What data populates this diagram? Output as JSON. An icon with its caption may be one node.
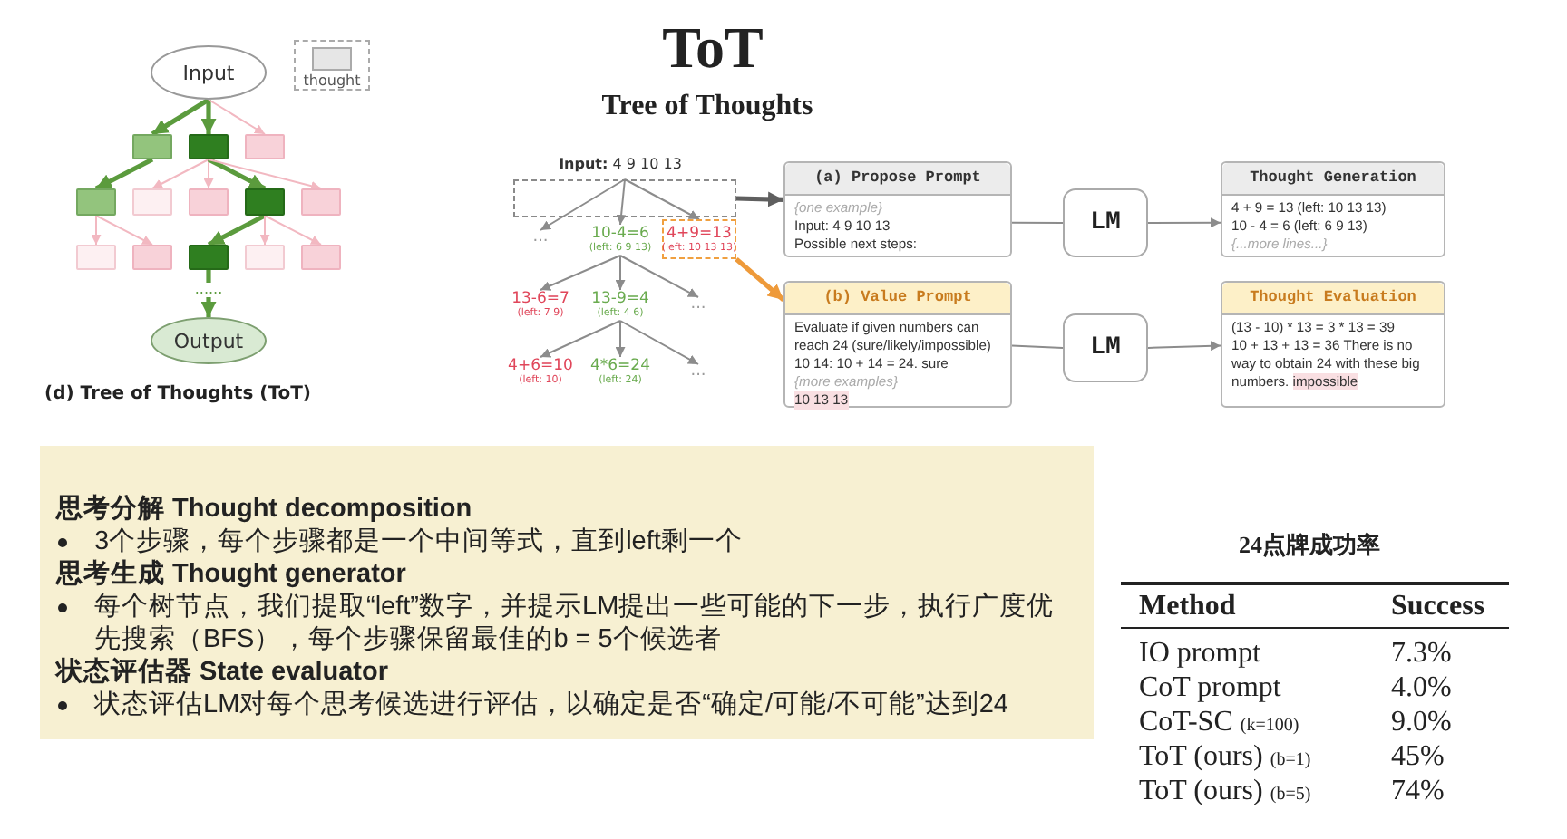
{
  "diagram": {
    "title": "ToT",
    "nodes": [
      {
        "text": [
          "Input"
        ]
      },
      {
        "text": [],
        "shape": "box"
      },
      {
        "text": [],
        "shape": "box"
      },
      {
        "text": [],
        "shape": "box"
      },
      {
        "text": [],
        "shape": "box"
      },
      {
        "text": [],
        "shape": "box"
      },
      {
        "text": [],
        "shape": "box"
      },
      {
        "text": [],
        "shape": "box"
      },
      {
        "text": [],
        "shape": "box"
      },
      {
        "text": [],
        "shape": "box"
      },
      {
        "text": [],
        "shape": "box"
      },
      {
        "text": [],
        "shape": "box"
      },
      {
        "text": [],
        "shape": "box"
      },
      {
        "text": [],
        "shape": "box"
      },
      {
        "text": [
          "Output"
        ]
      },
      {
        "text": [
          "**Input:** 4 9 10 13"
        ]
      },
      {
        "text": [
          "..."
        ]
      },
      {
        "text": [
          "10-4=6",
          "(left: 6 9 13)"
        ]
      },
      {
        "text": [
          "4+9=13",
          "(left: 10 13 13)"
        ]
      },
      {
        "text": [
          "13-6=7",
          "(left: 7 9)"
        ]
      },
      {
        "text": [
          "13-9=4",
          "(left: 4 6)"
        ]
      },
      {
        "text": [
          "..."
        ]
      },
      {
        "text": [
          "4+6=10",
          "(left: 10)"
        ]
      },
      {
        "text": [
          "4*6=24",
          "(left: 24)"
        ]
      },
      {
        "text": [
          "..."
        ]
      },
      {
        "text": [
          "(a) Propose Prompt",
          "{one example}",
          "Input: 4 9 10 13",
          "Possible next steps:"
        ]
      },
      {
        "text": [
          "LM"
        ]
      },
      {
        "text": [
          "Thought Generation",
          "4 + 9 = 13 (left: 10 13 13)",
          "10 - 4 = 6 (left: 6 9 13)",
          "{...more lines...}"
        ]
      },
      {
        "text": [
          "(b) Value Prompt",
          "Evaluate if given numbers can reach 24 (sure/likely/impossible)",
          "10 14: 10 + 14 = 24. sure",
          "{more examples}",
          "10 13 13"
        ]
      },
      {
        "text": [
          "LM"
        ]
      },
      {
        "text": [
          "Thought Evaluation",
          "(13 - 10) * 13 = 3 * 13 = 39",
          "10 + 13 + 13 = 36 There is no way to obtain 24 with these big numbers. impossible"
        ]
      },
      {
        "text": [
          "思考分解 Thought decomposition",
          "3个步骤，每个步骤都是一个中间等式，直到left剩一个",
          "思考生成 Thought generator",
          "每个树节点，我们提取“left”数字，并提示LM提出一些可能的下一步，执行广度优先搜索（BFS），每个步骤保留最佳的b = 5个候选者",
          "状态评估器 State evaluator",
          "状态评估LM对每个思考候选进行评估，以确定是否“确定/可能/不可能”达到24"
        ]
      }
    ],
    "edges": [
      {
        "from": 0,
        "to": 1,
        "arrow": "to",
        "style": "thick",
        "color": "#5b9b3d"
      },
      {
        "from": 0,
        "to": 2,
        "arrow": "to",
        "style": "thick",
        "color": "#5b9b3d"
      },
      {
        "from": 0,
        "to": 3,
        "arrow": "to",
        "color": "#f2b8c1"
      },
      {
        "from": 1,
        "to": 4,
        "arrow": "to",
        "style": "thick",
        "color": "#5b9b3d"
      },
      {
        "from": 2,
        "to": 5,
        "arrow": "to",
        "color": "#f2b8c1"
      },
      {
        "from": 2,
        "to": 6,
        "arrow": "to",
        "color": "#f2b8c1"
      },
      {
        "from": 2,
        "to": 7,
        "arrow": "to",
        "style": "thick",
        "color": "#5b9b3d"
      },
      {
        "from": 2,
        "to": 8,
        "arrow": "to",
        "color": "#f2b8c1"
      },
      {
        "from": 4,
        "to": 9,
        "arrow": "to",
        "color": "#f2b8c1"
      },
      {
        "from": 4,
        "to": 10,
        "arrow": "to",
        "color": "#f2b8c1"
      },
      {
        "from": 7,
        "to": 11,
        "arrow": "to",
        "style": "thick",
        "color": "#5b9b3d"
      },
      {
        "from": 7,
        "to": 12,
        "arrow": "to",
        "color": "#f2b8c1"
      },
      {
        "from": 7,
        "to": 13,
        "arrow": "to",
        "color": "#f2b8c1"
      },
      {
        "from": 11,
        "to": 14,
        "arrow": "to",
        "label": "......",
        "style": "thick",
        "color": "#5b9b3d"
      },
      {
        "from": 15,
        "to": 16,
        "arrow": "to"
      },
      {
        "from": 15,
        "to": 17,
        "arrow": "to"
      },
      {
        "from": 15,
        "to": 18,
        "arrow": "to"
      },
      {
        "from": 17,
        "to": 19,
        "arrow": "to"
      },
      {
        "from": 17,
        "to": 20,
        "arrow": "to"
      },
      {
        "from": 17,
        "to": 21,
        "arrow": "to"
      },
      {
        "from": 20,
        "to": 22,
        "arrow": "to"
      },
      {
        "from": 20,
        "to": 23,
        "arrow": "to"
      },
      {
        "from": 20,
        "to": 24,
        "arrow": "to"
      },
      {
        "from": 15,
        "to": 25,
        "arrow": "to",
        "style": "thick",
        "color": "#5f5f5f"
      },
      {
        "from": 18,
        "to": 28,
        "arrow": "to",
        "style": "thick",
        "color": "#ee9a3a"
      },
      {
        "from": 25,
        "to": 26,
        "arrow": "none"
      },
      {
        "from": 26,
        "to": 27,
        "arrow": "to"
      },
      {
        "from": 28,
        "to": 29,
        "arrow": "none"
      },
      {
        "from": 29,
        "to": 30,
        "arrow": "to"
      }
    ],
    "labels": [
      "Tree of Thoughts",
      "(d) Tree of Thoughts (ToT)",
      "24点牌成功率",
      "Method",
      "Success",
      "IO prompt",
      "7.3%",
      "CoT prompt",
      "4.0%",
      "CoT-SC (k=100)",
      "9.0%",
      "ToT (ours) (b=1)",
      "45%",
      "ToT (ours) (b=5)",
      "74%"
    ],
    "legend": [
      {
        "text": "thought",
        "color": "#e6e6e6"
      }
    ]
  }
}
